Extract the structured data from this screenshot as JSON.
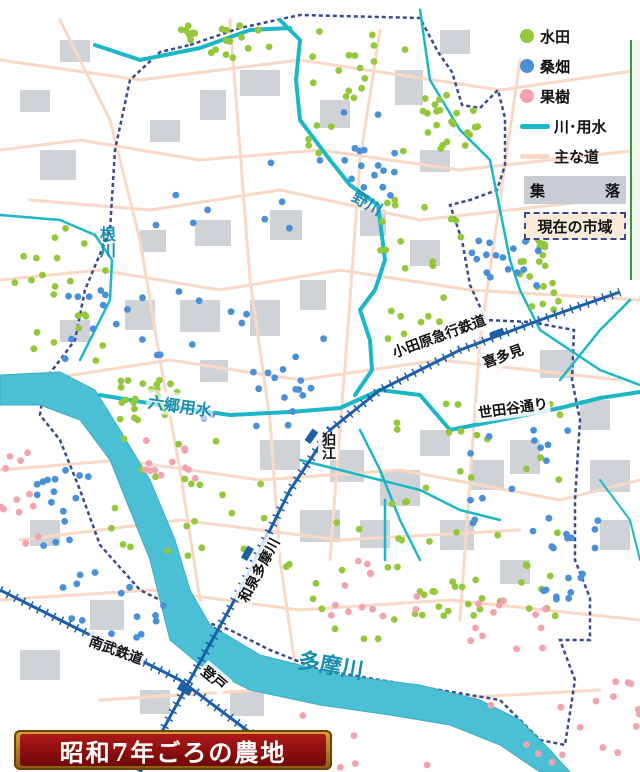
{
  "title": "昭和7年ごろの農地",
  "legend": {
    "items": [
      {
        "type": "dot",
        "label": "水田",
        "color": "#93c83a"
      },
      {
        "type": "dot",
        "label": "桑畑",
        "color": "#4a90d9"
      },
      {
        "type": "dot",
        "label": "果樹",
        "color": "#f3a3ad"
      },
      {
        "type": "line",
        "label": "川･用水",
        "color": "#1bb7c7"
      },
      {
        "type": "line",
        "label": "主な道",
        "color": "#f9d9c5"
      }
    ],
    "settlement": {
      "left": "集",
      "right": "落"
    },
    "city_boundary": "現在の市域"
  },
  "labels": {
    "river_ne": "根川",
    "nogawa": "野川",
    "rokugo": "六郷用水",
    "tamagawa": "多摩川",
    "odakyu": "小田原急行鉄道",
    "kitami": "喜多見",
    "setagaya": "世田谷通り",
    "komae": "狛江",
    "izumi": "和泉多摩川",
    "nambu": "南武鉄道",
    "noborito": "登戸"
  },
  "colors": {
    "rice": "#93c83a",
    "mulberry": "#4a90d9",
    "fruit": "#f3a3ad",
    "river": "#1bb7c7",
    "road": "#f9d9c5",
    "settlement": "#c8cdd3",
    "railway": "#1d5ea8",
    "boundary": "#3a4a8c",
    "tamagawa": "#4bbfd3"
  }
}
